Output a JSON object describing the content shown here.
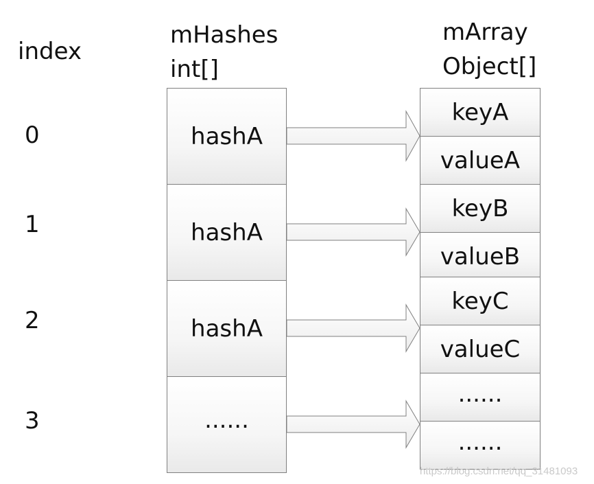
{
  "headers": {
    "index": "index",
    "hashes_name": "mHashes",
    "hashes_type": "int[]",
    "array_name": "mArray",
    "array_type": "Object[]"
  },
  "indices": [
    "0",
    "1",
    "2",
    "3"
  ],
  "hashes": [
    "hashA",
    "hashA",
    "hashA",
    "......"
  ],
  "array": [
    "keyA",
    "valueA",
    "keyB",
    "valueB",
    "keyC",
    "valueC",
    "......",
    "......"
  ],
  "watermark": "https://blog.csdn.net/qq_31481093"
}
